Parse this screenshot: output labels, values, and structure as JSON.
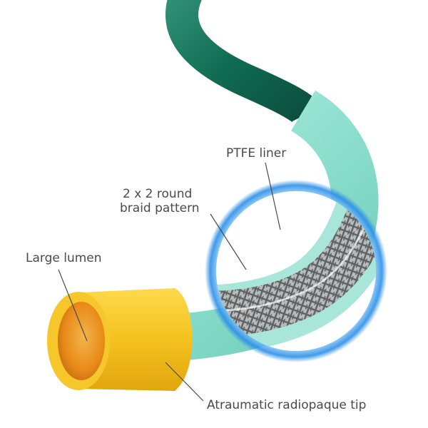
{
  "diagram": {
    "labels": {
      "ptfe_liner": "PTFE liner",
      "braid_line1": "2 x 2 round",
      "braid_line2": "braid pattern",
      "large_lumen": "Large lumen",
      "tip": "Atraumatic radiopaque tip"
    },
    "colors": {
      "shaft_dark": "#0f6a52",
      "shaft_light": "#8fe0cf",
      "tip_yellow": "#f4c21f",
      "tip_orange": "#e98a1a",
      "glow_blue": "#2c8fe8",
      "braid_gray": "#7a7f80",
      "label_text": "#4a4a4a"
    }
  }
}
